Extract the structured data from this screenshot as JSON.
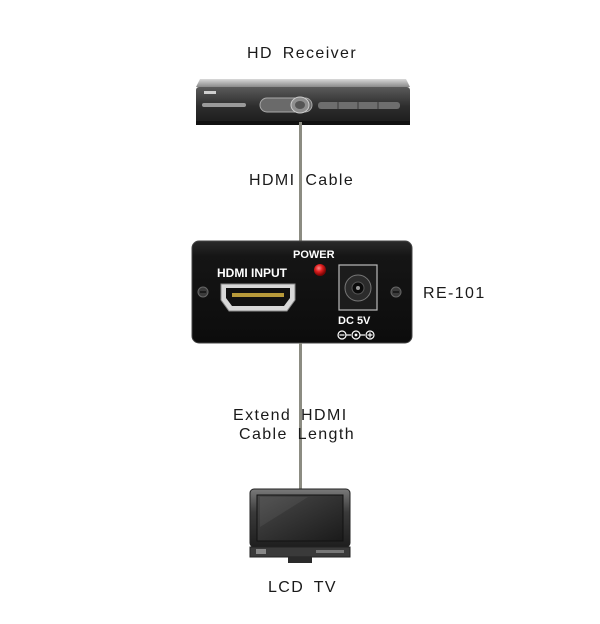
{
  "receiver": {
    "title": "HD Receiver"
  },
  "cable_top": {
    "label": "HDMI  Cable"
  },
  "device": {
    "model": "RE-101",
    "power_label": "POWER",
    "input_label": "HDMI INPUT",
    "dc_label": "DC 5V"
  },
  "cable_bottom": {
    "line1": "Extend  HDMI",
    "line2": "Cable  Length"
  },
  "tv": {
    "title": "LCD TV"
  },
  "colors": {
    "cable": "#8c8c82",
    "device_body": "#151515",
    "power_led": "#d81e1e"
  }
}
